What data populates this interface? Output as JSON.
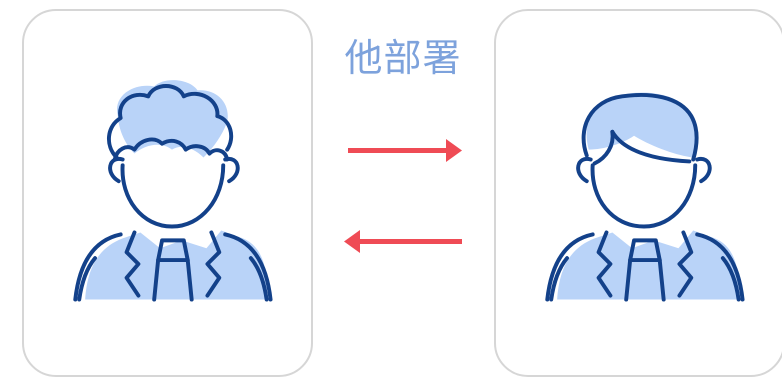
{
  "diagram": {
    "label": "他部署",
    "left_person": {
      "icon": "businessman-curly-hair-icon"
    },
    "right_person": {
      "icon": "businessman-short-hair-icon"
    },
    "arrows": [
      {
        "direction": "right",
        "icon": "arrow-right-icon"
      },
      {
        "direction": "left",
        "icon": "arrow-left-icon"
      }
    ],
    "colors": {
      "line": "#13418a",
      "fill": "#b9d3f8",
      "arrow": "#ef4b55",
      "label": "#7da2dc",
      "card_border": "#d6d6d6"
    }
  }
}
